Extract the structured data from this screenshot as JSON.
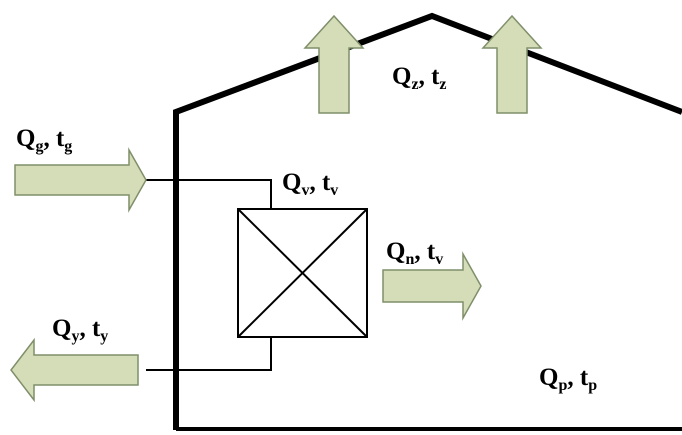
{
  "labels": {
    "roof_exhaust": {
      "q": "Q",
      "qs": "z",
      "sep": ", ",
      "t": "t",
      "ts": "z"
    },
    "intake": {
      "q": "Q",
      "qs": "g",
      "sep": ", ",
      "t": "t",
      "ts": "g"
    },
    "unit_supply": {
      "q": "Q",
      "qs": "v",
      "sep": ", ",
      "t": "t",
      "ts": "v"
    },
    "room_supply": {
      "q": "Q",
      "qs": "n",
      "sep": ", ",
      "t": "t",
      "ts": "v"
    },
    "exhaust": {
      "q": "Q",
      "qs": "y",
      "sep": ", ",
      "t": "t",
      "ts": "y"
    },
    "room_air": {
      "q": "Q",
      "qs": "p",
      "sep": ", ",
      "t": "t",
      "ts": "p"
    }
  },
  "colors": {
    "arrow_fill": "#d5dcb8",
    "arrow_stroke": "#7f8f6a",
    "wall": "#000000"
  }
}
